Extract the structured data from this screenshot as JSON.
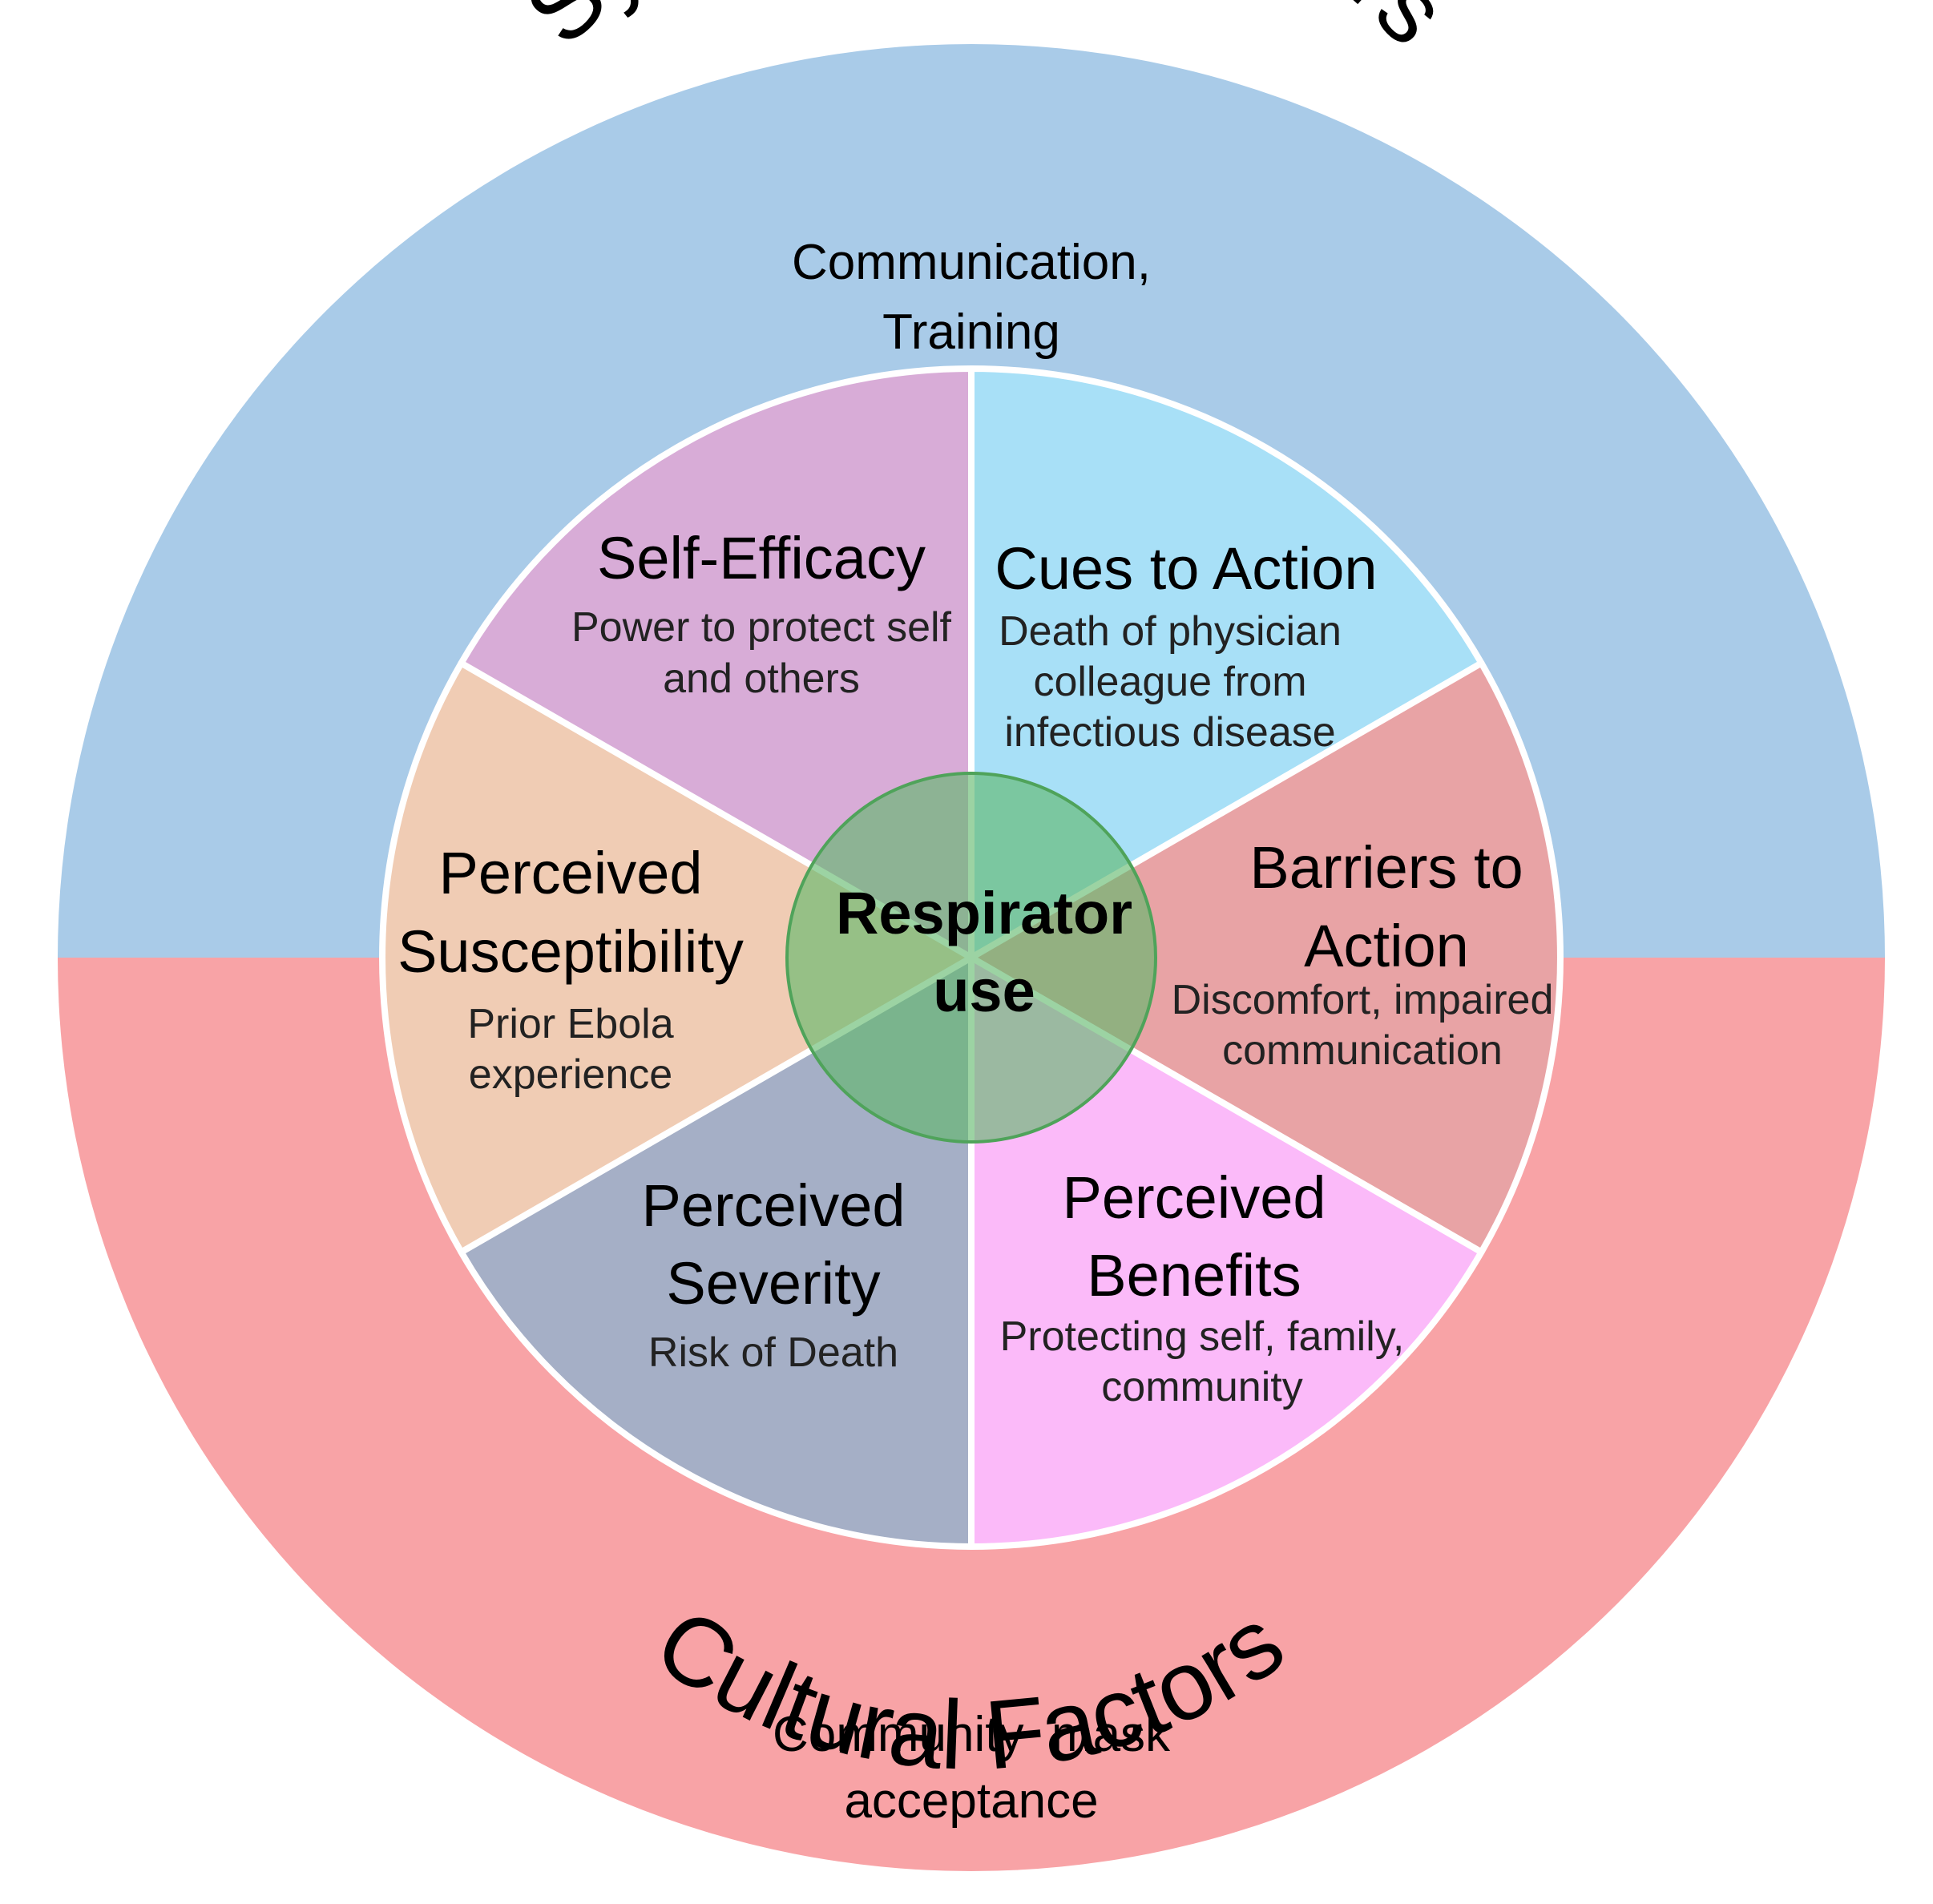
{
  "outer": {
    "system": {
      "title": "System-Level Factors",
      "lines": [
        "Communication,",
        "Training"
      ],
      "color": "#a9cbe8"
    },
    "cultural": {
      "title": "Cultural Factors",
      "lines": [
        "Community  mask",
        "acceptance"
      ],
      "color": "#f8a3a6"
    }
  },
  "segments": [
    {
      "id": "self-efficacy",
      "title": [
        "Self-Efficacy"
      ],
      "desc": [
        "Power to protect self",
        "and others"
      ],
      "color": "#a8e0f7"
    },
    {
      "id": "cues-to-action",
      "title": [
        "Cues to Action"
      ],
      "desc": [
        "Death of physician",
        "colleague from",
        "infectious disease"
      ],
      "color": "#e8a3a5"
    },
    {
      "id": "barriers-to-action",
      "title": [
        "Barriers to",
        "Action"
      ],
      "desc": [
        "Discomfort, impaired",
        "communication"
      ],
      "color": "#fbbaf9"
    },
    {
      "id": "perceived-benefits",
      "title": [
        "Perceived",
        "Benefits"
      ],
      "desc": [
        "Protecting self, family,",
        "community"
      ],
      "color": "#a5afc6"
    },
    {
      "id": "perceived-severity",
      "title": [
        "Perceived",
        "Severity"
      ],
      "desc": [
        "Risk of Death"
      ],
      "color": "#f0ccb4"
    },
    {
      "id": "perceived-susceptibility",
      "title": [
        "Perceived",
        "Susceptibility"
      ],
      "desc": [
        "Prior Ebola",
        "experience"
      ],
      "color": "#d8acd7"
    }
  ],
  "center": {
    "lines": [
      "Respirator",
      "use"
    ],
    "color": "#5fb86b"
  }
}
